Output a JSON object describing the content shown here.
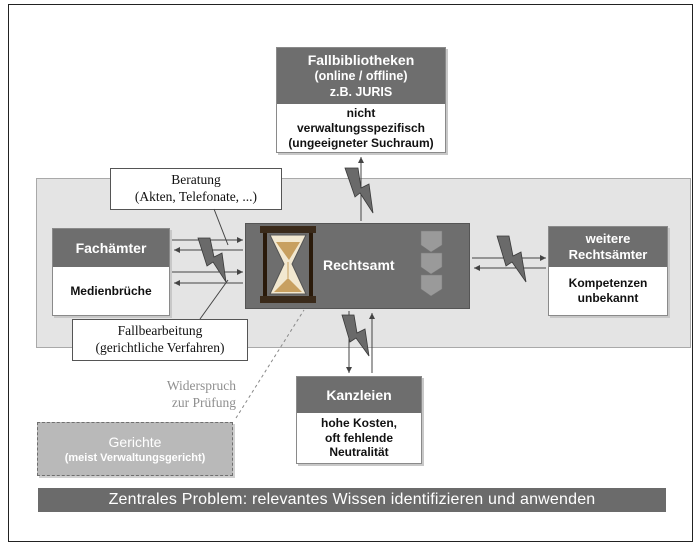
{
  "fallbibliotheken": {
    "header_lines": [
      "Fallbibliotheken",
      "(online / offline)",
      "z.B. JURIS"
    ],
    "body_lines": [
      "nicht",
      "verwaltungsspezifisch",
      "(ungeeigneter Suchraum)"
    ]
  },
  "beratung": {
    "lines": [
      "Beratung",
      "(Akten, Telefonate, ...)"
    ]
  },
  "fachaemter": {
    "title": "Fachämter",
    "body": "Medienbrüche"
  },
  "rechtsamt": {
    "title": "Rechtsamt"
  },
  "weitere": {
    "title_lines": [
      "weitere",
      "Rechtsämter"
    ],
    "body_lines": [
      "Kompetenzen",
      "unbekannt"
    ]
  },
  "fallbearbeitung": {
    "lines": [
      "Fallbearbeitung",
      "(gerichtliche Verfahren)"
    ]
  },
  "widerspruch": {
    "lines": [
      "Widerspruch",
      "zur Prüfung"
    ]
  },
  "kanzleien": {
    "title": "Kanzleien",
    "body_lines": [
      "hohe Kosten,",
      "oft fehlende",
      "Neutralität"
    ]
  },
  "gerichte": {
    "title": "Gerichte",
    "subtitle": "(meist Verwaltungsgericht)"
  },
  "banner": {
    "text": "Zentrales Problem: relevantes Wissen identifizieren und anwenden"
  },
  "icons": {
    "conflict": "lightning-bolt-icon",
    "time": "hourglass-icon",
    "process": "chevron-down-icon"
  },
  "colors": {
    "header_grey": "#6e6e6e",
    "panel_grey": "#e4e4e4",
    "banner_grey": "#6b6b6b",
    "bolt_grey": "#6a6a6a"
  }
}
